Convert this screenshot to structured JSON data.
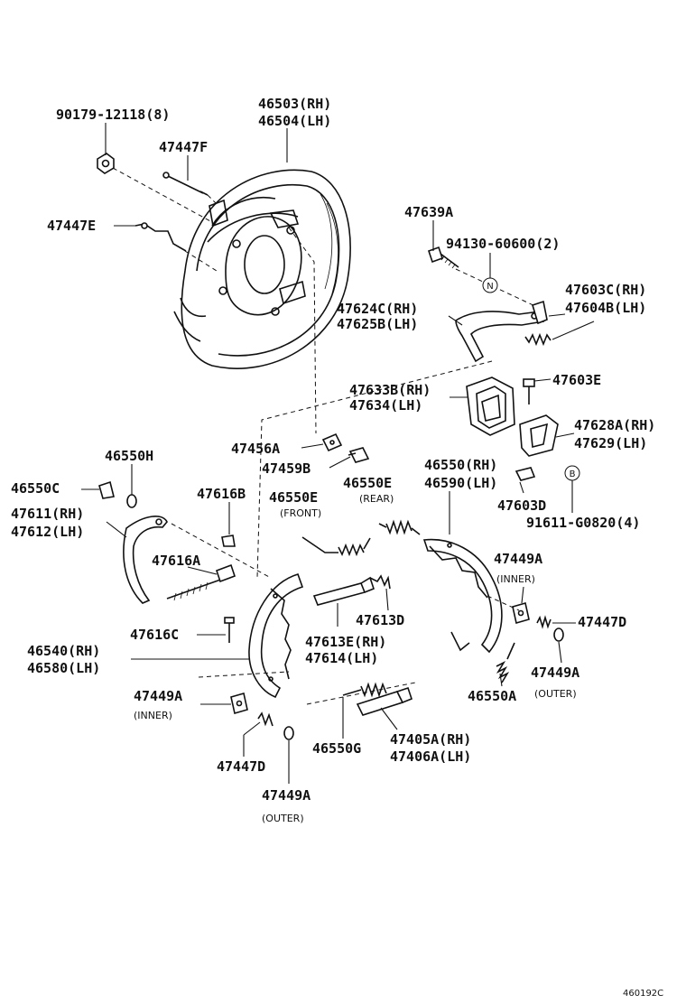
{
  "labels": {
    "l_90179": "90179-12118(8)",
    "l_46503": "46503(RH)",
    "l_46504": "46504(LH)",
    "l_47447F": "47447F",
    "l_47447E": "47447E",
    "l_47639A": "47639A",
    "l_94130": "94130-60600(2)",
    "l_47603C": "47603C(RH)",
    "l_47604B": "47604B(LH)",
    "l_47624C": "47624C(RH)",
    "l_47625B": "47625B(LH)",
    "l_47633B": "47633B(RH)",
    "l_47634": "47634(LH)",
    "l_47603E": "47603E",
    "l_47628A": "47628A(RH)",
    "l_47629": "47629(LH)",
    "l_47456A": "47456A",
    "l_47459B": "47459B",
    "l_46550H": "46550H",
    "l_46550C": "46550C",
    "l_47611": "47611(RH)",
    "l_47612": "47612(LH)",
    "l_47616B": "47616B",
    "l_46550E_front": "46550E",
    "s_front": "(FRONT)",
    "l_46550E_rear": "46550E",
    "s_rear": "(REAR)",
    "l_46550": "46550(RH)",
    "l_46590": "46590(LH)",
    "l_47603D": "47603D",
    "l_91611": "91611-G0820(4)",
    "l_47616A": "47616A",
    "l_47449A_inner_r": "47449A",
    "s_inner_r": "(INNER)",
    "l_47616C": "47616C",
    "l_47613D": "47613D",
    "l_47447D_r": "47447D",
    "l_46540": "46540(RH)",
    "l_46580": "46580(LH)",
    "l_47613E": "47613E(RH)",
    "l_47614": "47614(LH)",
    "l_47449A_outer_r": "47449A",
    "s_outer_r": "(OUTER)",
    "l_46550A": "46550A",
    "l_47449A_inner_l": "47449A",
    "s_inner_l": "(INNER)",
    "l_46550G": "46550G",
    "l_47405A": "47405A(RH)",
    "l_47406A": "47406A(LH)",
    "l_47447D_l": "47447D",
    "l_47449A_outer_l": "47449A",
    "s_outer_l": "(OUTER)",
    "c_N": "N",
    "c_B": "B",
    "code": "460192C"
  }
}
